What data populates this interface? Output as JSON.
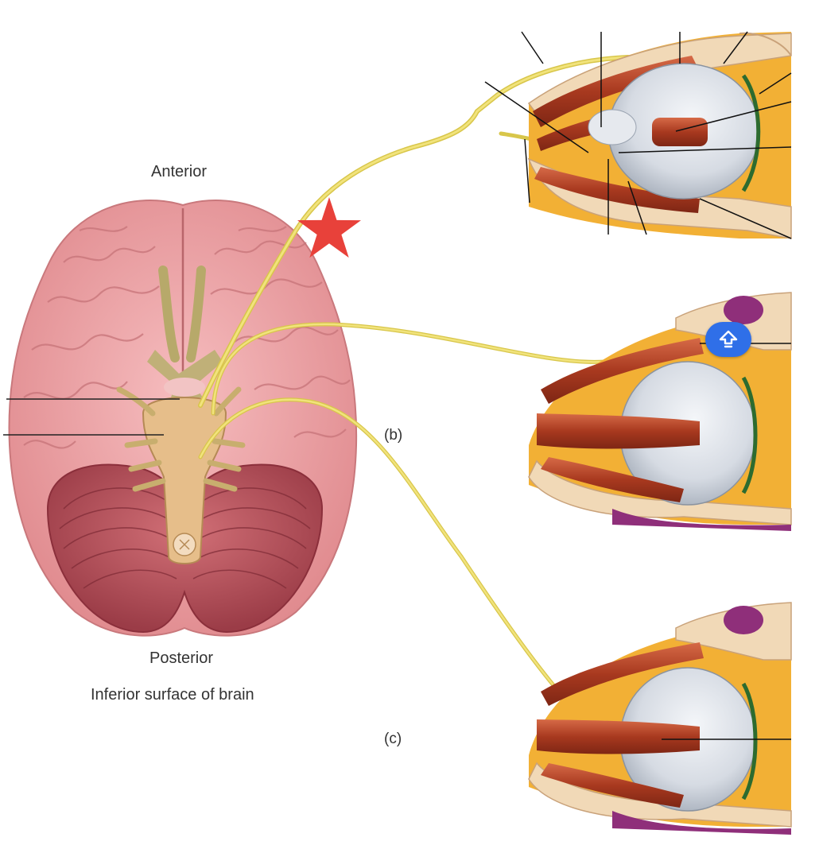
{
  "labels": {
    "anterior": "Anterior",
    "posterior": "Posterior",
    "caption": "Inferior surface of brain",
    "panel_b": "(b)",
    "panel_c": "(c)"
  },
  "colors": {
    "nerve": "#efe25a",
    "brain_pink": "#f0a3a6",
    "cerebellum": "#b8505a",
    "brainstem": "#e7bf8a",
    "muscle": "#b5472c",
    "eyeball": "#d9dee6",
    "bone": "#f1d9b7",
    "fat": "#f2b035",
    "star": "#e8413a",
    "button": "#2f6fe8"
  },
  "icons": {
    "star": "star-icon",
    "button": "upload-arrow-icon"
  }
}
